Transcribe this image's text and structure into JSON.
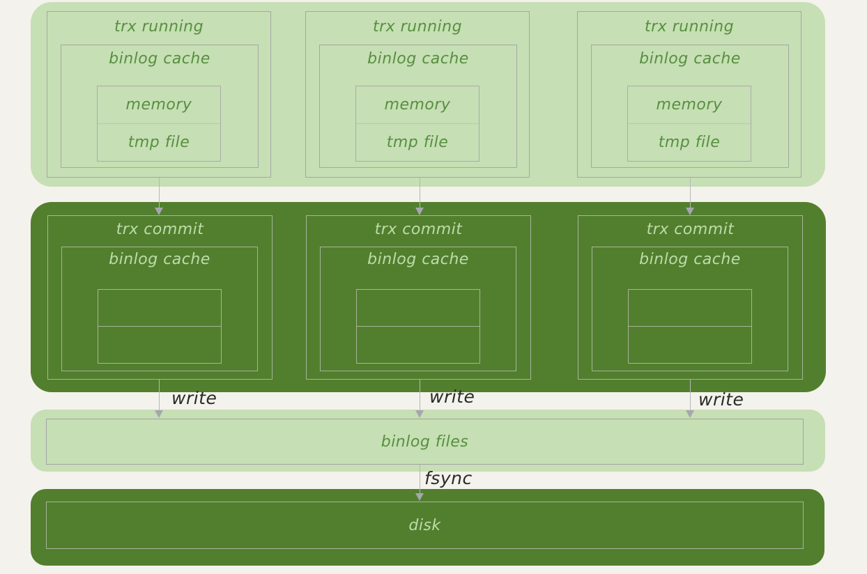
{
  "diagram": {
    "background": "#f4f2ec",
    "colors": {
      "light_green_band": "#c6dfb4",
      "dark_green_band": "#527f2e",
      "green_text": "#578f40",
      "light_text_on_dark": "#bedcaa",
      "border_gray": "#a6a6a6",
      "border_on_dark": "#a7b59b",
      "arrow_gray": "#a6a6ae",
      "flow_label_text": "#2a2a2a"
    },
    "top_row": {
      "cards": [
        {
          "title": "trx running",
          "cache_label": "binlog cache",
          "memory_label": "memory",
          "tmpfile_label": "tmp file"
        },
        {
          "title": "trx running",
          "cache_label": "binlog cache",
          "memory_label": "memory",
          "tmpfile_label": "tmp file"
        },
        {
          "title": "trx running",
          "cache_label": "binlog cache",
          "memory_label": "memory",
          "tmpfile_label": "tmp file"
        }
      ]
    },
    "commit_row": {
      "cards": [
        {
          "title": "trx commit",
          "cache_label": "binlog cache"
        },
        {
          "title": "trx commit",
          "cache_label": "binlog cache"
        },
        {
          "title": "trx commit",
          "cache_label": "binlog cache"
        }
      ]
    },
    "flow_labels": {
      "write": "write",
      "fsync": "fsync"
    },
    "binlog_files": {
      "label": "binlog files"
    },
    "disk": {
      "label": "disk"
    }
  }
}
